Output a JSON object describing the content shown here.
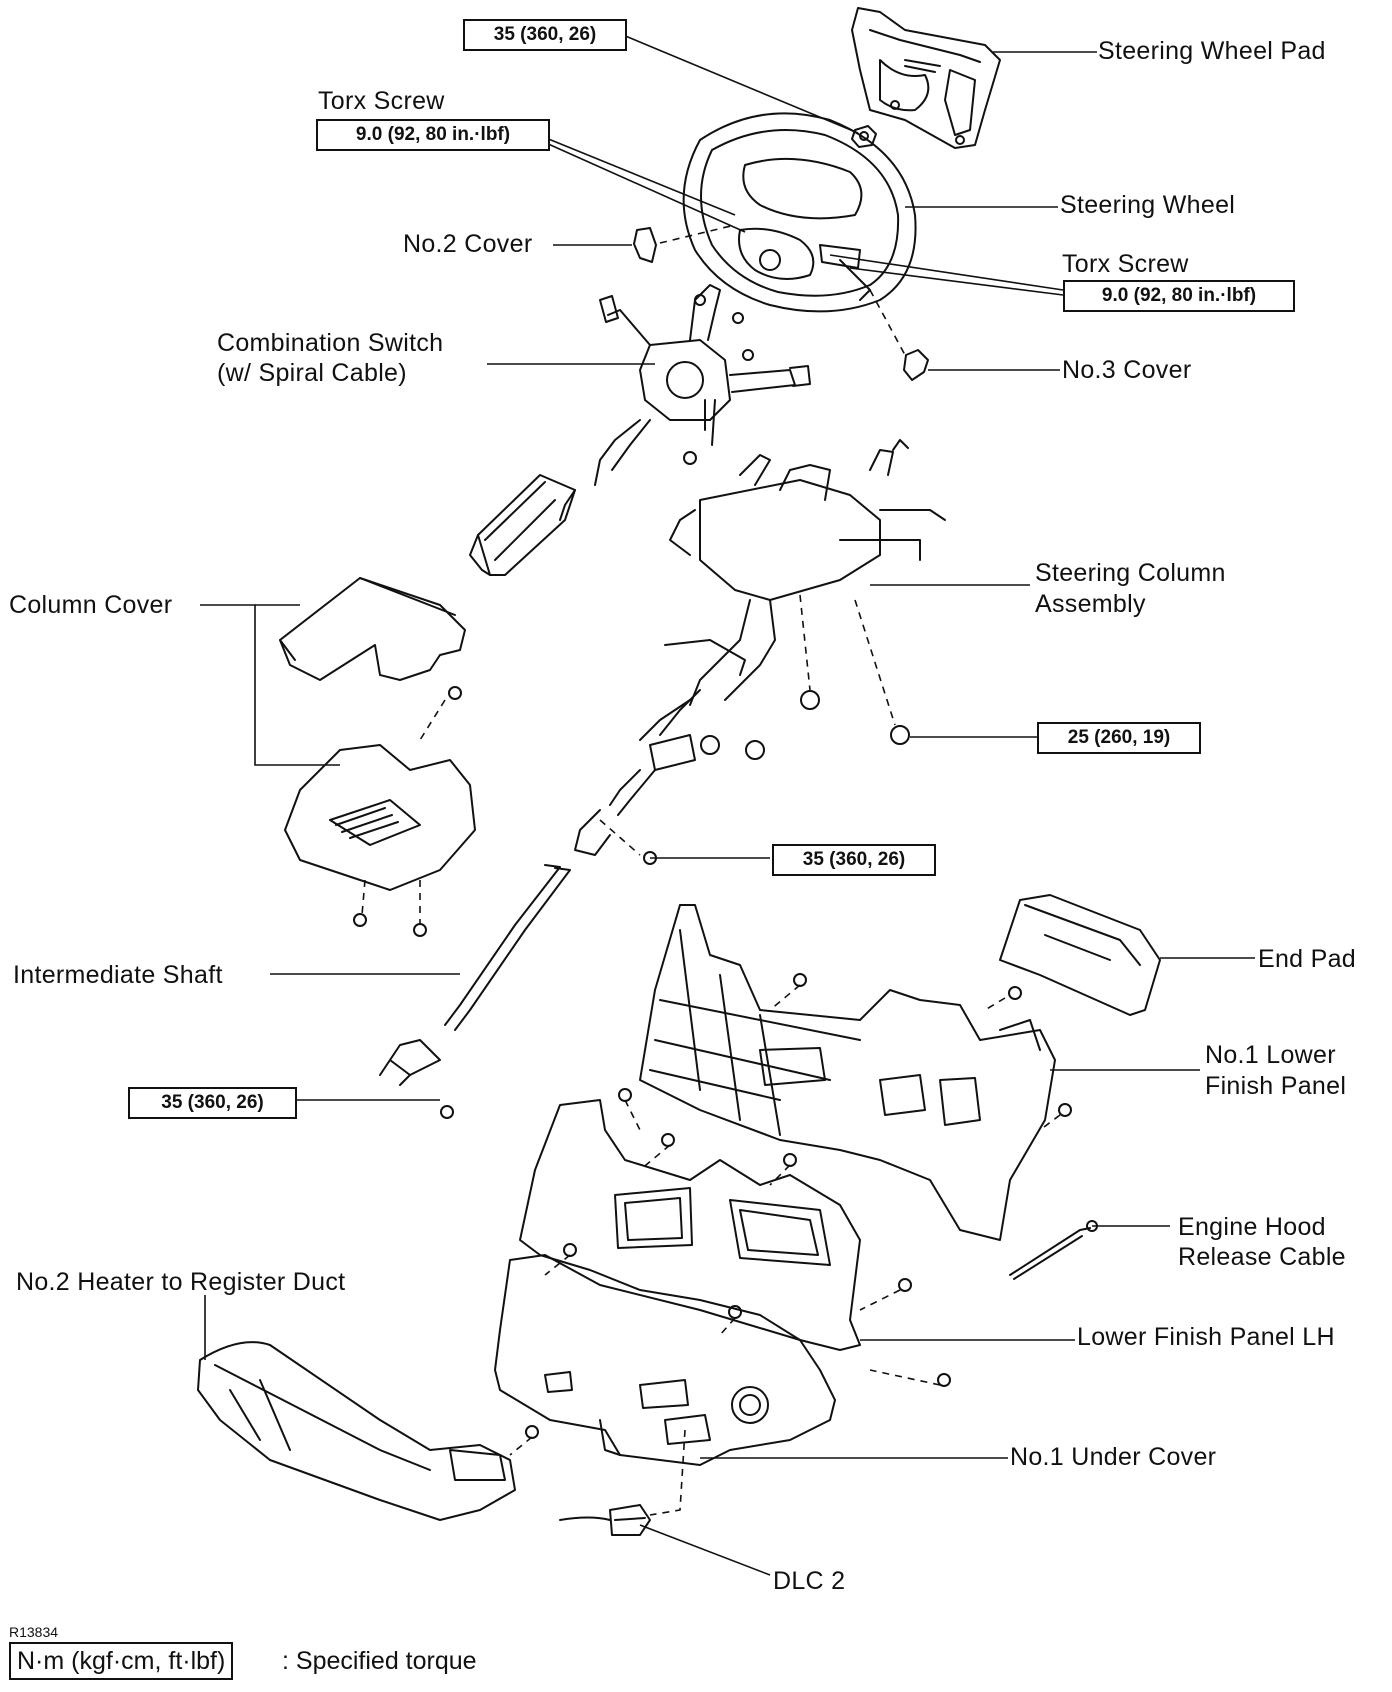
{
  "labels": {
    "steering_wheel_pad": "Steering Wheel Pad",
    "torx_screw_left": "Torx Screw",
    "steering_wheel": "Steering Wheel",
    "no2_cover": "No.2 Cover",
    "torx_screw_right": "Torx Screw",
    "combination_switch_1": "Combination Switch",
    "combination_switch_2": "(w/  Spiral Cable)",
    "no3_cover": "No.3 Cover",
    "column_cover": "Column Cover",
    "steering_column_1": "Steering Column",
    "steering_column_2": "Assembly",
    "intermediate_shaft": "Intermediate Shaft",
    "end_pad": "End Pad",
    "no1_lower_finish_1": "No.1 Lower",
    "no1_lower_finish_2": "Finish Panel",
    "engine_hood_1": "Engine Hood",
    "engine_hood_2": "Release Cable",
    "no2_heater": "No.2 Heater to Register Duct",
    "lower_finish_lh": "Lower Finish Panel LH",
    "no1_under_cover": "No.1 Under Cover",
    "dlc2": "DLC 2"
  },
  "torques": {
    "pad_nut": "35 (360, 26)",
    "torx_left": "9.0 (92, 80 in.·lbf)",
    "torx_right": "9.0 (92, 80 in.·lbf)",
    "column_nut": "25 (260, 19)",
    "column_bolt": "35 (360, 26)",
    "shaft_bolt": "35 (360, 26)"
  },
  "figure_id": "R13834",
  "legend": {
    "box": "N·m (kgf·cm, ft·lbf)",
    "text": ": Specified torque"
  },
  "colors": {
    "ink": "#111111",
    "paper": "#ffffff"
  }
}
